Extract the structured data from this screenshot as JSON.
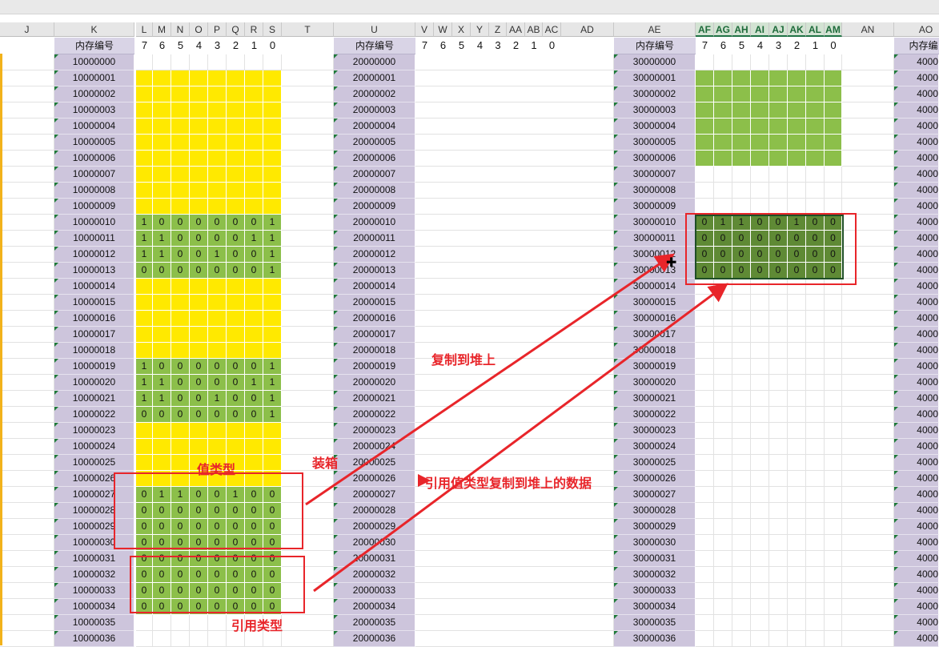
{
  "column_headers": [
    "J",
    "K",
    "L",
    "M",
    "N",
    "O",
    "P",
    "Q",
    "R",
    "S",
    "T",
    "U",
    "V",
    "W",
    "X",
    "Y",
    "Z",
    "AA",
    "AB",
    "AC",
    "AD",
    "AE",
    "AF",
    "AG",
    "AH",
    "AI",
    "AJ",
    "AK",
    "AL",
    "AM",
    "AN",
    "AO"
  ],
  "selected_columns": [
    "AF",
    "AG",
    "AH",
    "AI",
    "AJ",
    "AK",
    "AL",
    "AM"
  ],
  "address_header": "内存编号",
  "address_header_partial": "内存编",
  "bit_labels": [
    "7",
    "6",
    "5",
    "4",
    "3",
    "2",
    "1",
    "0"
  ],
  "stack_addresses": [
    "10000000",
    "10000001",
    "10000002",
    "10000003",
    "10000004",
    "10000005",
    "10000006",
    "10000007",
    "10000008",
    "10000009",
    "10000010",
    "10000011",
    "10000012",
    "10000013",
    "10000014",
    "10000015",
    "10000016",
    "10000017",
    "10000018",
    "10000019",
    "10000020",
    "10000021",
    "10000022",
    "10000023",
    "10000024",
    "10000025",
    "10000026",
    "10000027",
    "10000028",
    "10000029",
    "10000030",
    "10000031",
    "10000032",
    "10000033",
    "10000034",
    "10000035",
    "10000036"
  ],
  "heap2_addresses": [
    "20000000",
    "20000001",
    "20000002",
    "20000003",
    "20000004",
    "20000005",
    "20000006",
    "20000007",
    "20000008",
    "20000009",
    "20000010",
    "20000011",
    "20000012",
    "20000013",
    "20000014",
    "20000015",
    "20000016",
    "20000017",
    "20000018",
    "20000019",
    "20000020",
    "20000021",
    "20000022",
    "20000023",
    "20000024",
    "20000025",
    "20000026",
    "20000027",
    "20000028",
    "20000029",
    "20000030",
    "20000031",
    "20000032",
    "20000033",
    "20000034",
    "20000035",
    "20000036"
  ],
  "heap3_addresses": [
    "30000000",
    "30000001",
    "30000002",
    "30000003",
    "30000004",
    "30000005",
    "30000006",
    "30000007",
    "30000008",
    "30000009",
    "30000010",
    "30000011",
    "30000012",
    "30000013",
    "30000014",
    "30000015",
    "30000016",
    "30000017",
    "30000018",
    "30000019",
    "30000020",
    "30000021",
    "30000022",
    "30000023",
    "30000024",
    "30000025",
    "30000026",
    "30000027",
    "30000028",
    "30000029",
    "30000030",
    "30000031",
    "30000032",
    "30000033",
    "30000034",
    "30000035",
    "30000036"
  ],
  "heap4_partial_addresses": [
    "4000",
    "4000",
    "4000",
    "4000",
    "4000",
    "4000",
    "4000",
    "4000",
    "4000",
    "4000",
    "4000",
    "4000",
    "4000",
    "4000",
    "4000",
    "4000",
    "4000",
    "4000",
    "4000",
    "4000",
    "4000",
    "4000",
    "4000",
    "4000",
    "4000",
    "4000",
    "4000",
    "4000",
    "4000",
    "4000",
    "4000",
    "4000",
    "4000",
    "4000",
    "4000",
    "4000",
    "4000"
  ],
  "stack_bits": {
    "10": [
      "1",
      "0",
      "0",
      "0",
      "0",
      "0",
      "0",
      "1"
    ],
    "11": [
      "1",
      "1",
      "0",
      "0",
      "0",
      "0",
      "1",
      "1"
    ],
    "12": [
      "1",
      "1",
      "0",
      "0",
      "1",
      "0",
      "0",
      "1"
    ],
    "13": [
      "0",
      "0",
      "0",
      "0",
      "0",
      "0",
      "0",
      "1"
    ],
    "19": [
      "1",
      "0",
      "0",
      "0",
      "0",
      "0",
      "0",
      "1"
    ],
    "20": [
      "1",
      "1",
      "0",
      "0",
      "0",
      "0",
      "1",
      "1"
    ],
    "21": [
      "1",
      "1",
      "0",
      "0",
      "1",
      "0",
      "0",
      "1"
    ],
    "22": [
      "0",
      "0",
      "0",
      "0",
      "0",
      "0",
      "0",
      "1"
    ],
    "27": [
      "0",
      "1",
      "1",
      "0",
      "0",
      "1",
      "0",
      "0"
    ],
    "28": [
      "0",
      "0",
      "0",
      "0",
      "0",
      "0",
      "0",
      "0"
    ],
    "29": [
      "0",
      "0",
      "0",
      "0",
      "0",
      "0",
      "0",
      "0"
    ],
    "30": [
      "0",
      "0",
      "0",
      "0",
      "0",
      "0",
      "0",
      "0"
    ],
    "31": [
      "0",
      "0",
      "0",
      "0",
      "0",
      "0",
      "0",
      "0"
    ],
    "32": [
      "0",
      "0",
      "0",
      "0",
      "0",
      "0",
      "0",
      "0"
    ],
    "33": [
      "0",
      "0",
      "0",
      "0",
      "0",
      "0",
      "0",
      "0"
    ],
    "34": [
      "0",
      "0",
      "0",
      "0",
      "0",
      "0",
      "0",
      "0"
    ]
  },
  "yellow_rows": [
    1,
    2,
    3,
    4,
    5,
    6,
    7,
    8,
    9,
    14,
    15,
    16,
    17,
    18,
    23,
    24,
    25,
    26
  ],
  "heap3_green_empty_rows": [
    1,
    2,
    3,
    4,
    5,
    6
  ],
  "heap3_bits": {
    "10": [
      "0",
      "1",
      "1",
      "0",
      "0",
      "1",
      "0",
      "0"
    ],
    "11": [
      "0",
      "0",
      "0",
      "0",
      "0",
      "0",
      "0",
      "0"
    ],
    "12": [
      "0",
      "0",
      "0",
      "0",
      "0",
      "0",
      "0",
      "0"
    ],
    "13": [
      "0",
      "0",
      "0",
      "0",
      "0",
      "0",
      "0",
      "0"
    ]
  },
  "annotations": {
    "value_type": "值类型",
    "reference_type": "引用类型",
    "boxing": "装箱",
    "copy_to_heap": "复制到堆上",
    "ref_copy": "引用值类型复制到堆上的数据"
  },
  "colors": {
    "yellow": "#ffe900",
    "green": "#8cbf4a",
    "dark_green": "#5f8a35",
    "address_bg": "#cdc5dc",
    "annotation_red": "#e8252a"
  }
}
